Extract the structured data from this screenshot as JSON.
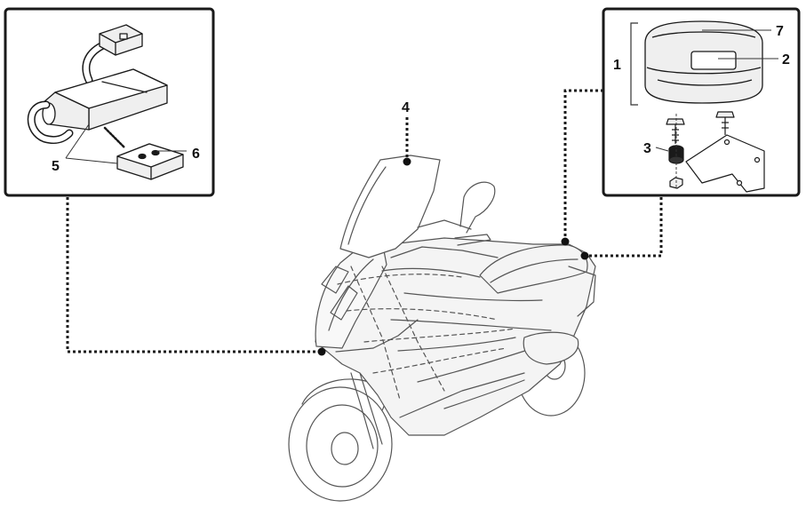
{
  "diagram": {
    "callouts": {
      "c1": "1",
      "c2": "2",
      "c3": "3",
      "c4": "4",
      "c5": "5",
      "c6": "6",
      "c7": "7"
    },
    "colors": {
      "line": "#1a1a1a",
      "sketch": "#555555",
      "sketch_fill": "#f4f4f4",
      "part_fill": "#efefef",
      "background": "#ffffff"
    },
    "icons": {
      "left_inset": "alarm-module-icon",
      "right_inset": "top-case-icon",
      "center": "scooter-icon"
    }
  }
}
